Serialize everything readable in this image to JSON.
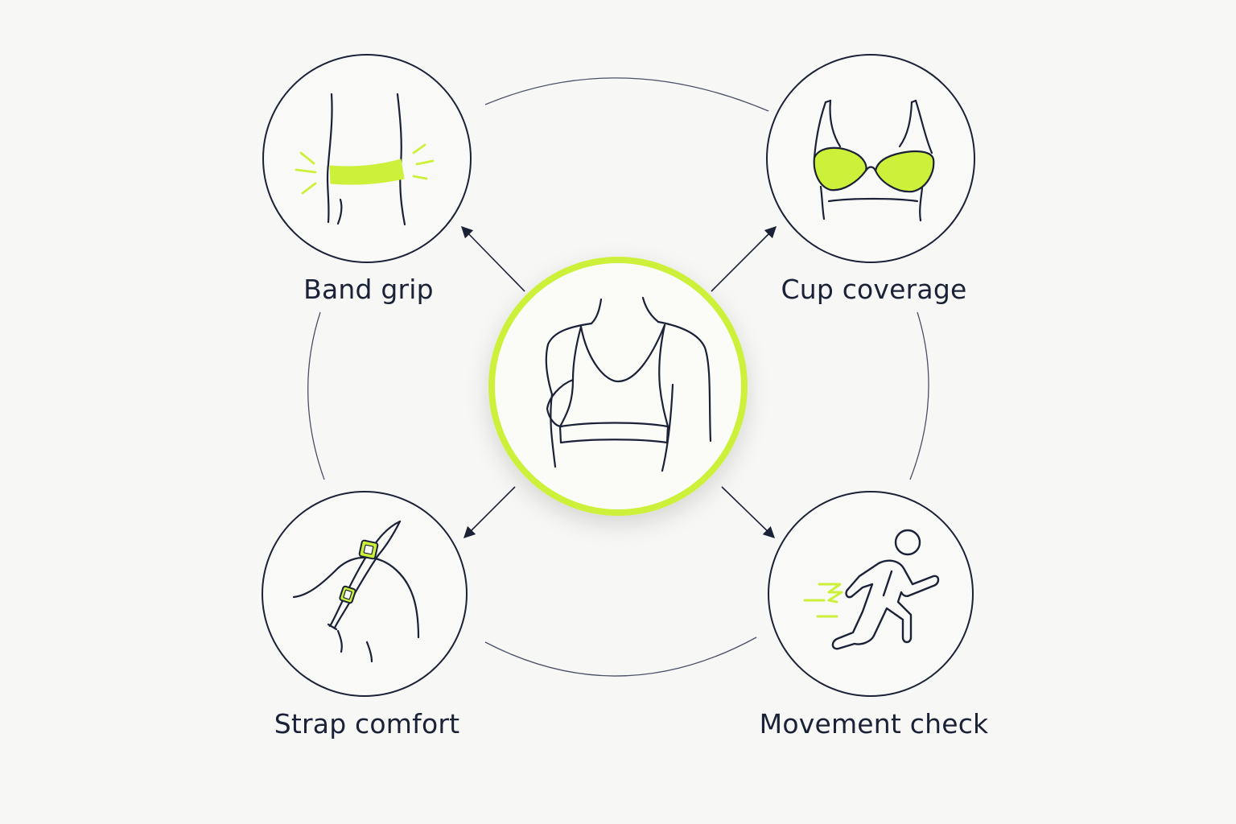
{
  "colors": {
    "background": "#f7f7f5",
    "ink": "#1b2136",
    "accent": "#cdf03a",
    "connector": "#4a5066"
  },
  "center": {
    "icon": "sports-bra-torso-icon"
  },
  "nodes": [
    {
      "id": "band",
      "label": "Band grip",
      "icon": "band-grip-icon"
    },
    {
      "id": "cup",
      "label": "Cup coverage",
      "icon": "cup-coverage-icon"
    },
    {
      "id": "strap",
      "label": "Strap comfort",
      "icon": "strap-comfort-icon"
    },
    {
      "id": "movement",
      "label": "Movement check",
      "icon": "movement-check-icon"
    }
  ]
}
